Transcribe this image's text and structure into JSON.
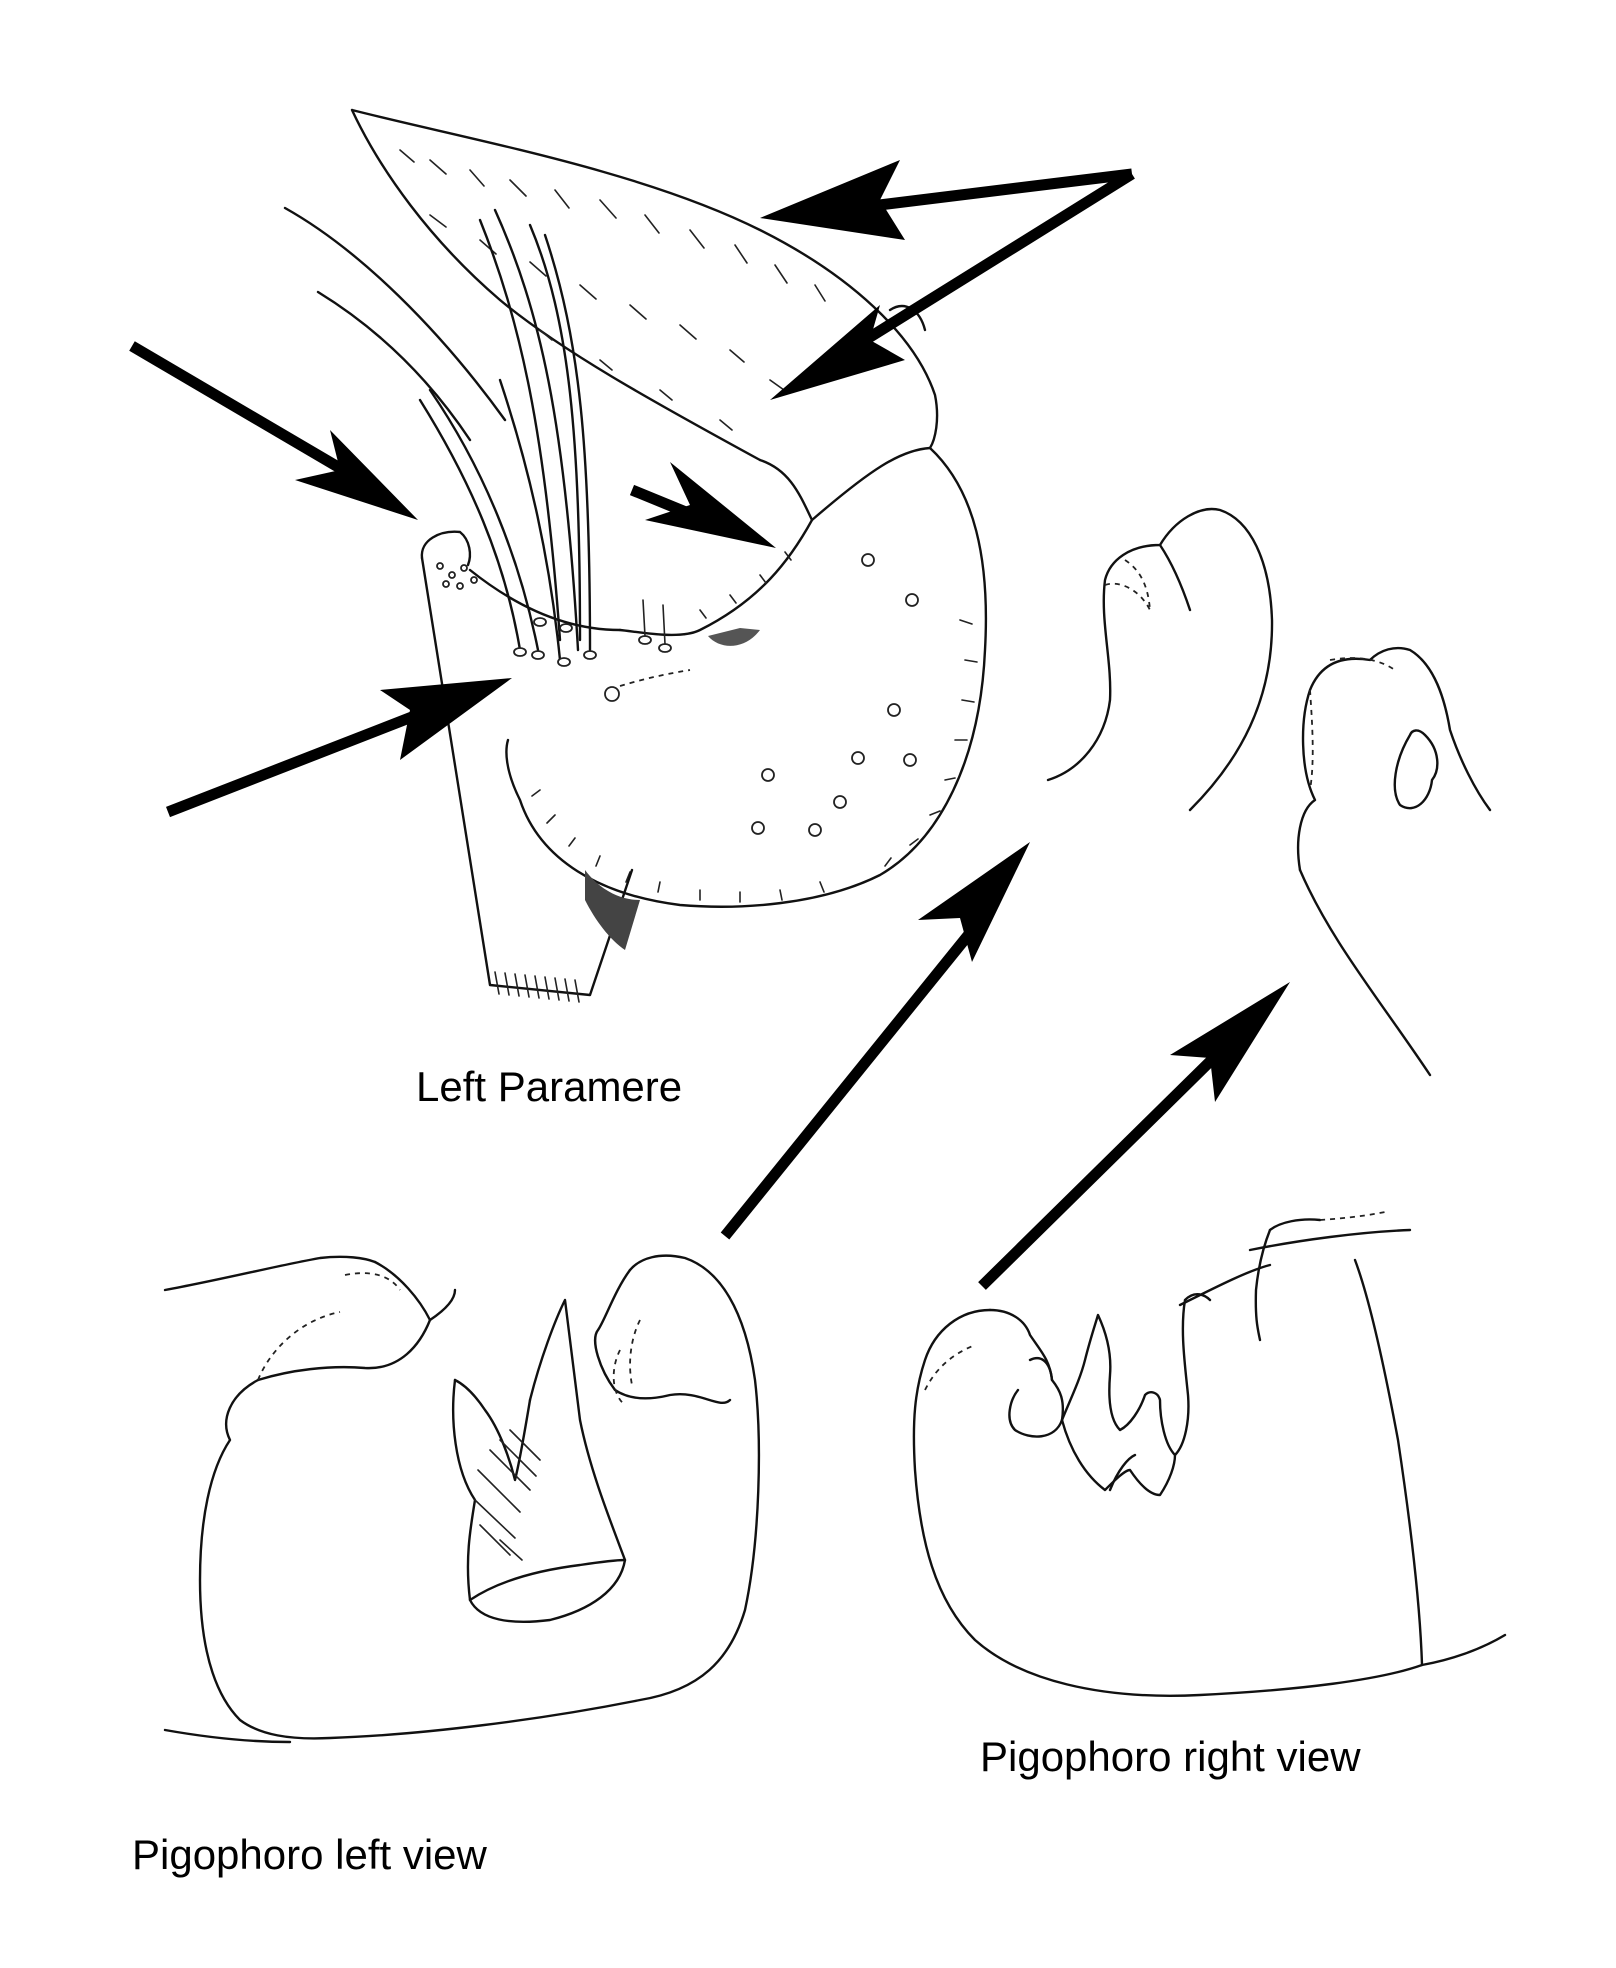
{
  "labels": {
    "left_paramere": "Left Paramere",
    "pigophoro_left": "Pigophoro left view",
    "pigophoro_right": "Pigophoro right view"
  },
  "colors": {
    "ink": "#111111",
    "background": "#ffffff"
  }
}
